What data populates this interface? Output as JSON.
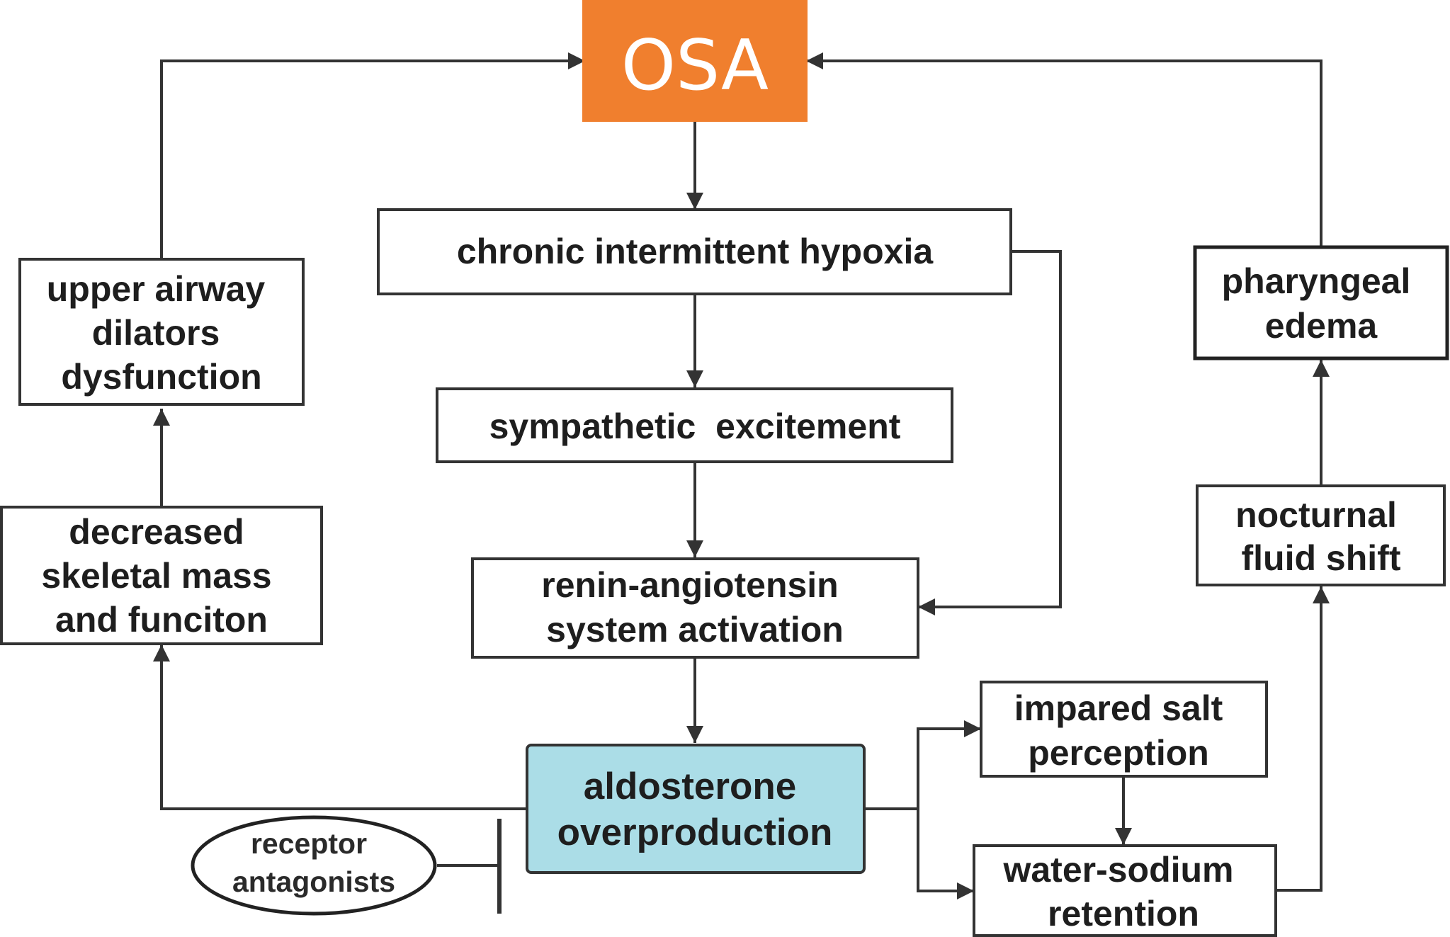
{
  "colors": {
    "osa_fill": "#f07f2e",
    "aldosterone_fill": "#abdde7",
    "line": "#333333",
    "box_border": "#333333",
    "text": "#1e1e1e"
  },
  "nodes": {
    "osa": "OSA",
    "hypoxia": "chronic intermittent hypoxia",
    "sympathetic": "sympathetic  excitement",
    "renin_l1": "renin-angiotensin",
    "renin_l2": "system activation",
    "aldo_l1": "aldosterone",
    "aldo_l2": "overproduction",
    "airway_l1": "upper airway",
    "airway_l2": "dilators",
    "airway_l3": "dysfunction",
    "skeletal_l1": "decreased",
    "skeletal_l2": "skeletal mass",
    "skeletal_l3": "and funciton",
    "pharyngeal_l1": "pharyngeal",
    "pharyngeal_l2": "edema",
    "nocturnal_l1": "nocturnal",
    "nocturnal_l2": "fluid shift",
    "salt_l1": "impared salt",
    "salt_l2": "perception",
    "water_l1": "water-sodium",
    "water_l2": "retention",
    "antag_l1": "receptor",
    "antag_l2": "antagonists"
  }
}
